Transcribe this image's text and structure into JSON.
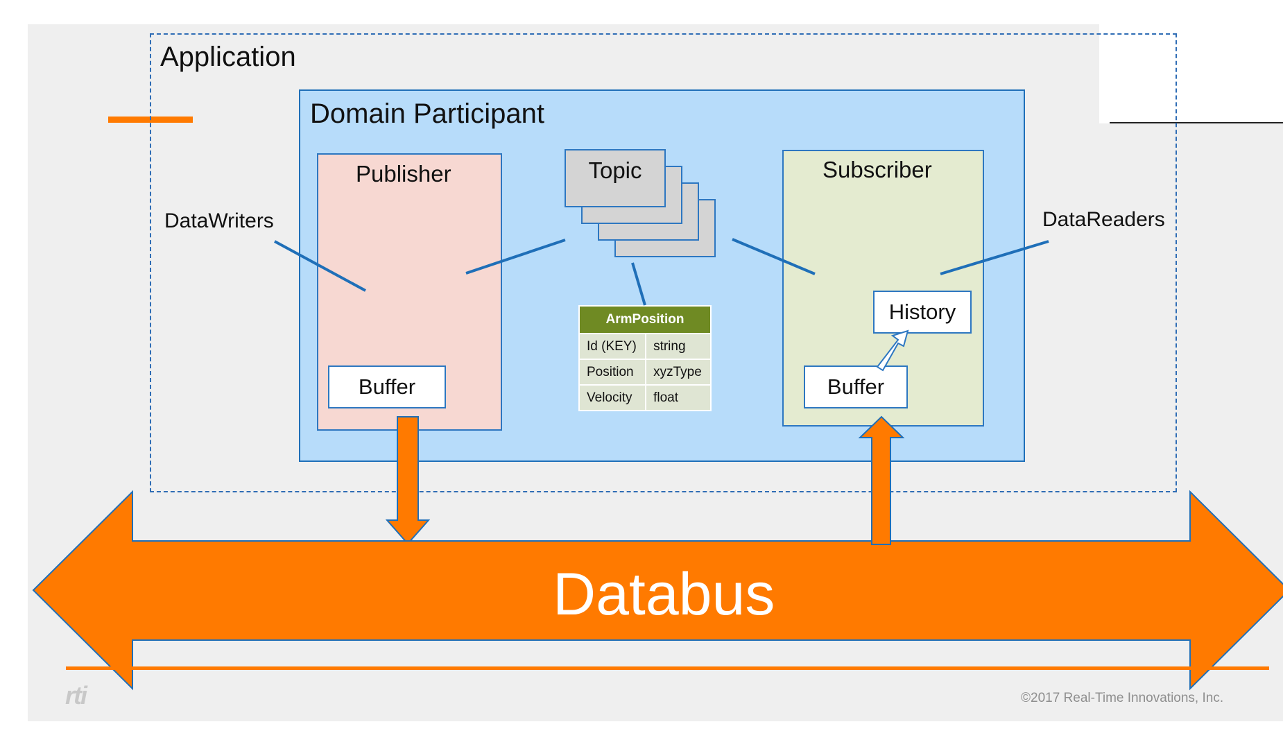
{
  "labels": {
    "application": "Application",
    "domain_participant": "Domain Participant",
    "publisher": "Publisher",
    "subscriber": "Subscriber",
    "topic": "Topic",
    "data_writers": "DataWriters",
    "data_readers": "DataReaders",
    "pub_buffer": "Buffer",
    "sub_buffer": "Buffer",
    "history": "History",
    "databus": "Databus"
  },
  "type_table": {
    "title": "ArmPosition",
    "rows": [
      {
        "field": "Id (KEY)",
        "type": "string"
      },
      {
        "field": "Position",
        "type": "xyzType"
      },
      {
        "field": "Velocity",
        "type": "float"
      }
    ]
  },
  "footer": {
    "logo": "rti",
    "copyright": "©2017 Real-Time Innovations, Inc."
  },
  "colors": {
    "accent_orange": "#ff7a00",
    "line_blue": "#1f6fb8",
    "table_header_green": "#6f8a23"
  }
}
